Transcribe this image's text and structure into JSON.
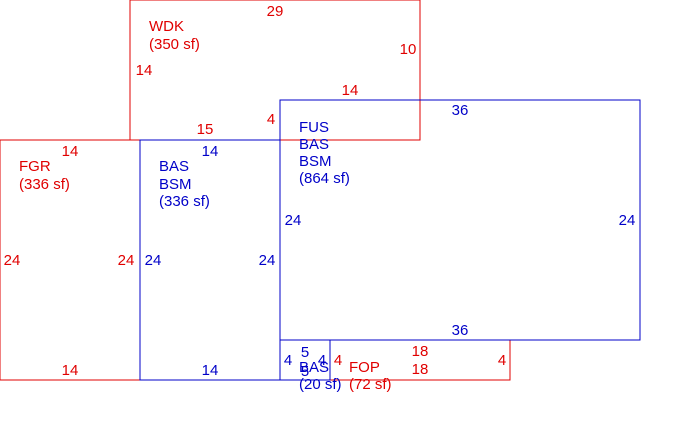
{
  "colors": {
    "red": "#e00000",
    "blue": "#0000c8",
    "background": "#ffffff"
  },
  "areas": {
    "wdk": {
      "code": "WDK",
      "size": "(350 sf)"
    },
    "fgr": {
      "code": "FGR",
      "size": "(336 sf)"
    },
    "bas_left": {
      "line1": "BAS",
      "line2": "BSM",
      "size": "(336 sf)"
    },
    "fus": {
      "line1": "FUS",
      "line2": "BAS",
      "line3": "BSM",
      "size": "(864 sf)"
    },
    "bas_small": {
      "code": "BAS",
      "size": "(20 sf)"
    },
    "fop": {
      "code": "FOP",
      "size": "(72 sf)"
    }
  },
  "dims": {
    "wdk_top": "29",
    "wdk_right": "10",
    "wdk_left": "14",
    "wdk_bottom_right": "14",
    "wdk_bottom_mid": "15",
    "wdk_step": "4",
    "fgr_top": "14",
    "fgr_left": "24",
    "fgr_right": "24",
    "fgr_bottom": "14",
    "bas_top": "14",
    "bas_left": "24",
    "bas_right": "24",
    "bas_bottom": "14",
    "fus_top": "36",
    "fus_left": "24",
    "fus_right": "24",
    "fus_bottom": "36",
    "small_top": "5",
    "small_left": "4",
    "small_right": "4",
    "small_bottom": "5",
    "fop_left": "4",
    "fop_top": "18",
    "fop_right": "4",
    "fop_bottom": "18"
  }
}
